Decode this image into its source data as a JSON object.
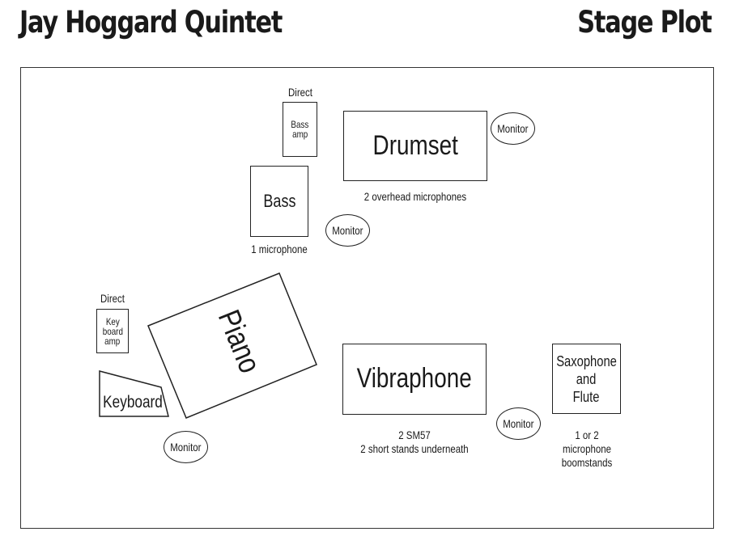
{
  "header": {
    "band_name": "Jay Hoggard Quintet",
    "title": "Stage Plot"
  },
  "stage": {
    "drums": {
      "label": "Drumset",
      "note": "2 overhead microphones"
    },
    "bass": {
      "label": "Bass",
      "note": "1 microphone",
      "direct": "Direct",
      "amp_line1": "Bass",
      "amp_line2": "amp"
    },
    "piano": {
      "label": "Piano"
    },
    "keyboard": {
      "label": "Keyboard",
      "direct": "Direct",
      "amp_line1": "Key",
      "amp_line2": "board",
      "amp_line3": "amp"
    },
    "vibraphone": {
      "label": "Vibraphone",
      "note_line1": "2 SM57",
      "note_line2": "2 short stands underneath"
    },
    "saxophone": {
      "label_line1": "Saxophone",
      "label_line2": "and",
      "label_line3": "Flute",
      "note_line1": "1 or 2",
      "note_line2": "microphone",
      "note_line3": "boomstands"
    },
    "monitors": [
      {
        "label": "Monitor"
      },
      {
        "label": "Monitor"
      },
      {
        "label": "Monitor"
      },
      {
        "label": "Monitor"
      }
    ]
  }
}
